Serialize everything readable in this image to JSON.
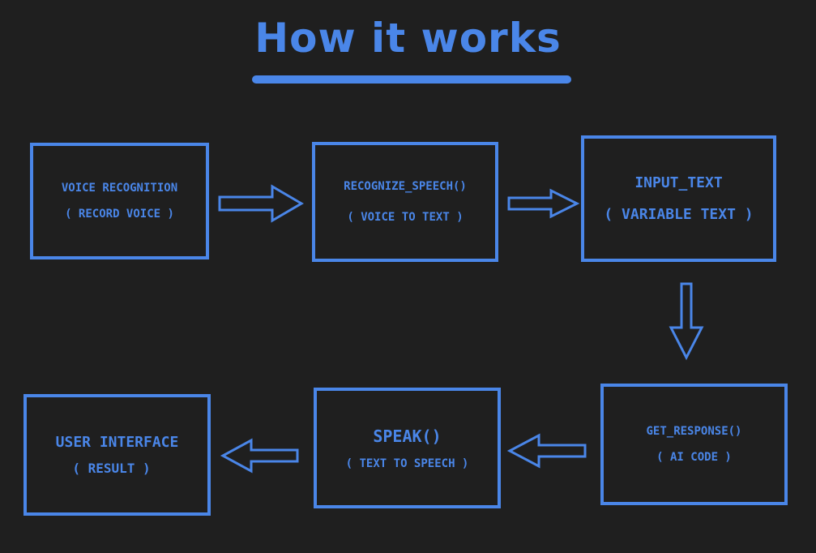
{
  "title": "How it works",
  "colors": {
    "accent": "#4a86e8",
    "background": "#1f1f1f"
  },
  "steps": [
    {
      "name": "VOICE RECOGNITION",
      "detail": "( RECORD VOICE )"
    },
    {
      "name": "RECOGNIZE_SPEECH()",
      "detail": "( VOICE TO TEXT )"
    },
    {
      "name": "INPUT_TEXT",
      "detail": "( VARIABLE TEXT )"
    },
    {
      "name": "GET_RESPONSE()",
      "detail": "( AI CODE )"
    },
    {
      "name": "SPEAK()",
      "detail": "( TEXT TO SPEECH )"
    },
    {
      "name": "USER INTERFACE",
      "detail": "( RESULT )"
    }
  ]
}
